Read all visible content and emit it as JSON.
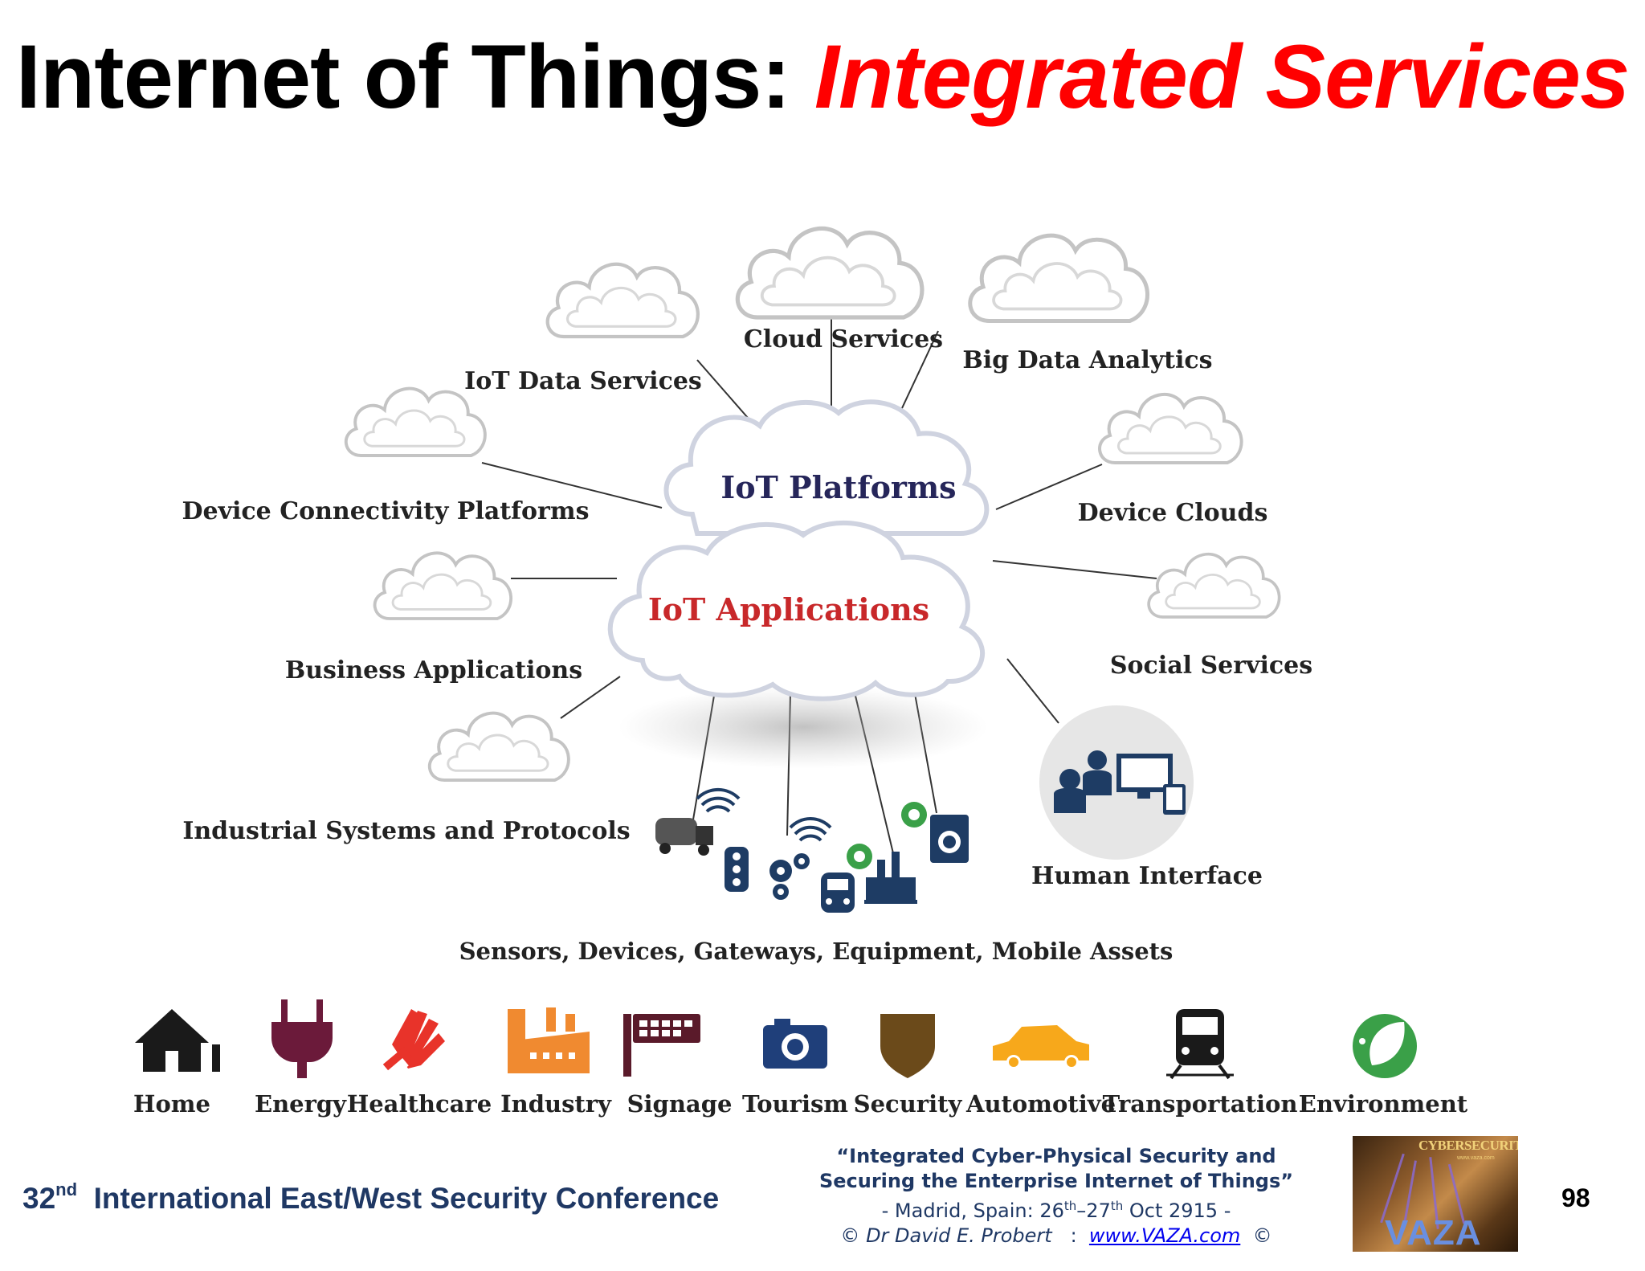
{
  "title": {
    "part1": "Internet of Things: ",
    "part2": "Integrated Services"
  },
  "diagram": {
    "center_platforms": "IoT Platforms",
    "center_applications": "IoT Applications",
    "satellites": {
      "cloud_services": "Cloud Services",
      "iot_data_services": "IoT Data Services",
      "big_data_analytics": "Big Data Analytics",
      "device_connectivity": "Device Connectivity Platforms",
      "device_clouds": "Device Clouds",
      "business_applications": "Business Applications",
      "social_services": "Social Services",
      "industrial_systems": "Industrial Systems and Protocols",
      "human_interface": "Human Interface"
    },
    "sensors_label": "Sensors, Devices, Gateways, Equipment, Mobile Assets"
  },
  "categories": [
    {
      "label": "Home",
      "icon": "house-icon",
      "color": "#1a1a1a"
    },
    {
      "label": "Energy",
      "icon": "plug-icon",
      "color": "#6b1a3a"
    },
    {
      "label": "Healthcare",
      "icon": "glove-icon",
      "color": "#e8332a"
    },
    {
      "label": "Industry",
      "icon": "factory-icon",
      "color": "#f08a30"
    },
    {
      "label": "Signage",
      "icon": "sign-icon",
      "color": "#5a1a2a"
    },
    {
      "label": "Tourism",
      "icon": "camera-icon",
      "color": "#1f3f7a"
    },
    {
      "label": "Security",
      "icon": "shield-icon",
      "color": "#6b4a1a"
    },
    {
      "label": "Automotive",
      "icon": "car-icon",
      "color": "#f7a81b"
    },
    {
      "label": "Transportation",
      "icon": "train-icon",
      "color": "#1a1a1a"
    },
    {
      "label": "Environment",
      "icon": "leaf-icon",
      "color": "#3aa048"
    }
  ],
  "footer": {
    "conference_ordinal": "32",
    "conference_sup": "nd",
    "conference_name": "International East/West Security Conference",
    "quote_line1": "“Integrated Cyber-Physical Security and",
    "quote_line2": "Securing the Enterprise Internet of Things”",
    "location_prefix": "- Madrid, Spain: 26",
    "location_sup1": "th",
    "location_dash": "–27",
    "location_sup2": "th",
    "location_suffix": " Oct 2915 -",
    "copyright_pre": "©  ",
    "author": "Dr David E. Probert",
    "sep": "   :  ",
    "website": "www.VAZA.com",
    "copyright_post": "  ©",
    "logo_top": "CYBERSECURITY",
    "logo_url": "www.vaza.com",
    "logo_bottom": "VAZA",
    "page_number": "98"
  }
}
